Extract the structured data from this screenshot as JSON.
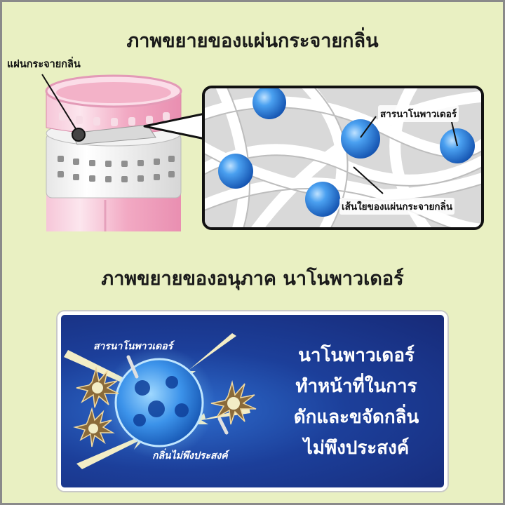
{
  "top_heading": "ภาพขยายของแผ่นกระจายกลิ่น",
  "device_label": "แผ่นกระจายกลิ่น",
  "zoom_panel": {
    "powder_label": "สารนาโนพาวเดอร์",
    "fiber_label": "เส้นใยของแผ่นกระจายกลิ่น"
  },
  "bottom_heading": "ภาพขยายของอนุภาค นาโนพาวเดอร์",
  "particle_panel": {
    "powder_label": "สารนาโนพาวเดอร์",
    "odor_label": "กลิ่นไม่พึงประสงค์",
    "description_lines": [
      "นาโนพาวเดอร์",
      "ทำหน้าที่ในการ",
      "ดักและขจัดกลิ่น",
      "ไม่พึงประสงค์"
    ]
  },
  "colors": {
    "background": "#e9f0c2",
    "device_pink": "#f4b8cf",
    "panel_blue": "#1c3f9a",
    "nano_ball": "#2a7fe0"
  }
}
